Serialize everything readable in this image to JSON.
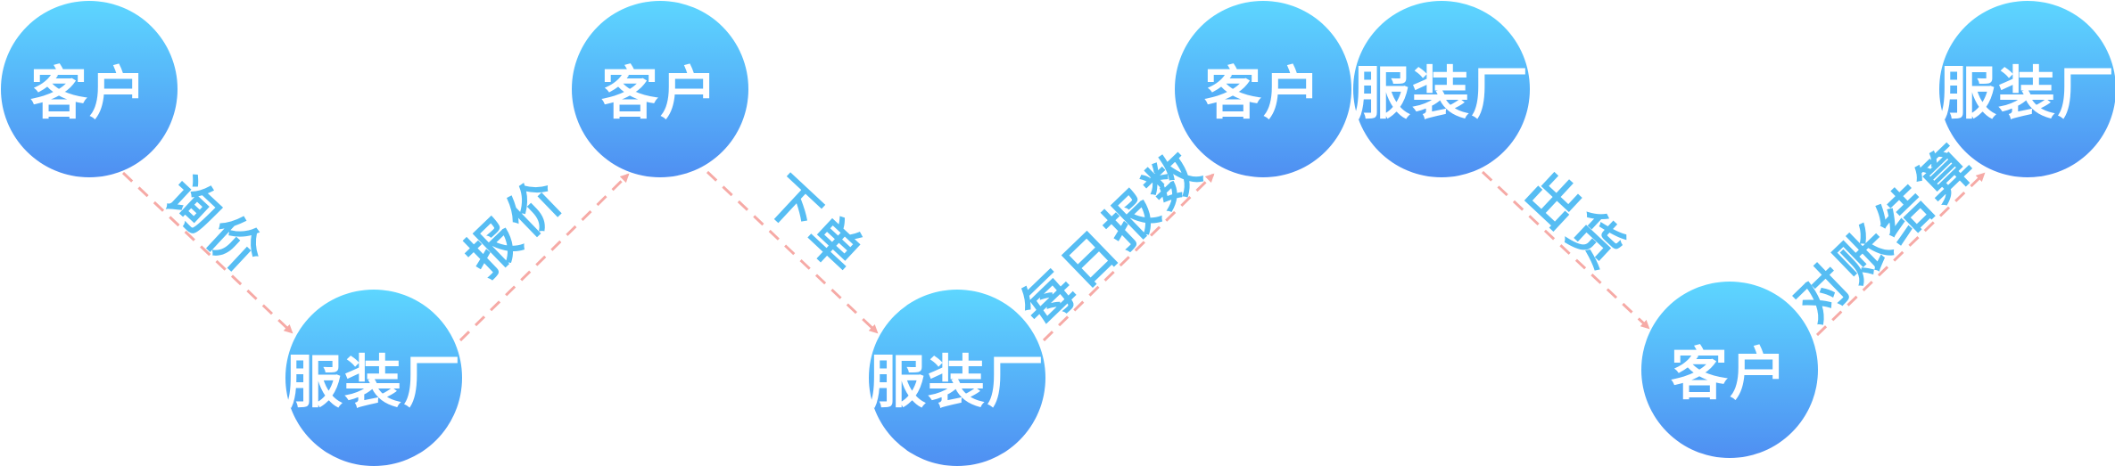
{
  "style": {
    "node_gradient_top": "#5dd6ff",
    "node_gradient_bottom": "#4f8ff2",
    "node_text_color": "#ffffff",
    "edge_color": "#f6aaa6",
    "edge_label_color": "#56bdf3"
  },
  "nodes": [
    {
      "id": "n1",
      "label": "客户"
    },
    {
      "id": "n2",
      "label": "服装厂"
    },
    {
      "id": "n3",
      "label": "客户"
    },
    {
      "id": "n4",
      "label": "服装厂"
    },
    {
      "id": "n5",
      "label": "客户"
    },
    {
      "id": "n6",
      "label": "服装厂"
    },
    {
      "id": "n7",
      "label": "客户"
    },
    {
      "id": "n8",
      "label": "服装厂"
    }
  ],
  "edges": [
    {
      "from": "n1",
      "to": "n2",
      "label": "询价"
    },
    {
      "from": "n2",
      "to": "n3",
      "label": "报价"
    },
    {
      "from": "n3",
      "to": "n4",
      "label": "下单"
    },
    {
      "from": "n4",
      "to": "n5",
      "label": "每日报数"
    },
    {
      "from": "n6",
      "to": "n7",
      "label": "出货"
    },
    {
      "from": "n7",
      "to": "n8",
      "label": "对账结算"
    }
  ]
}
